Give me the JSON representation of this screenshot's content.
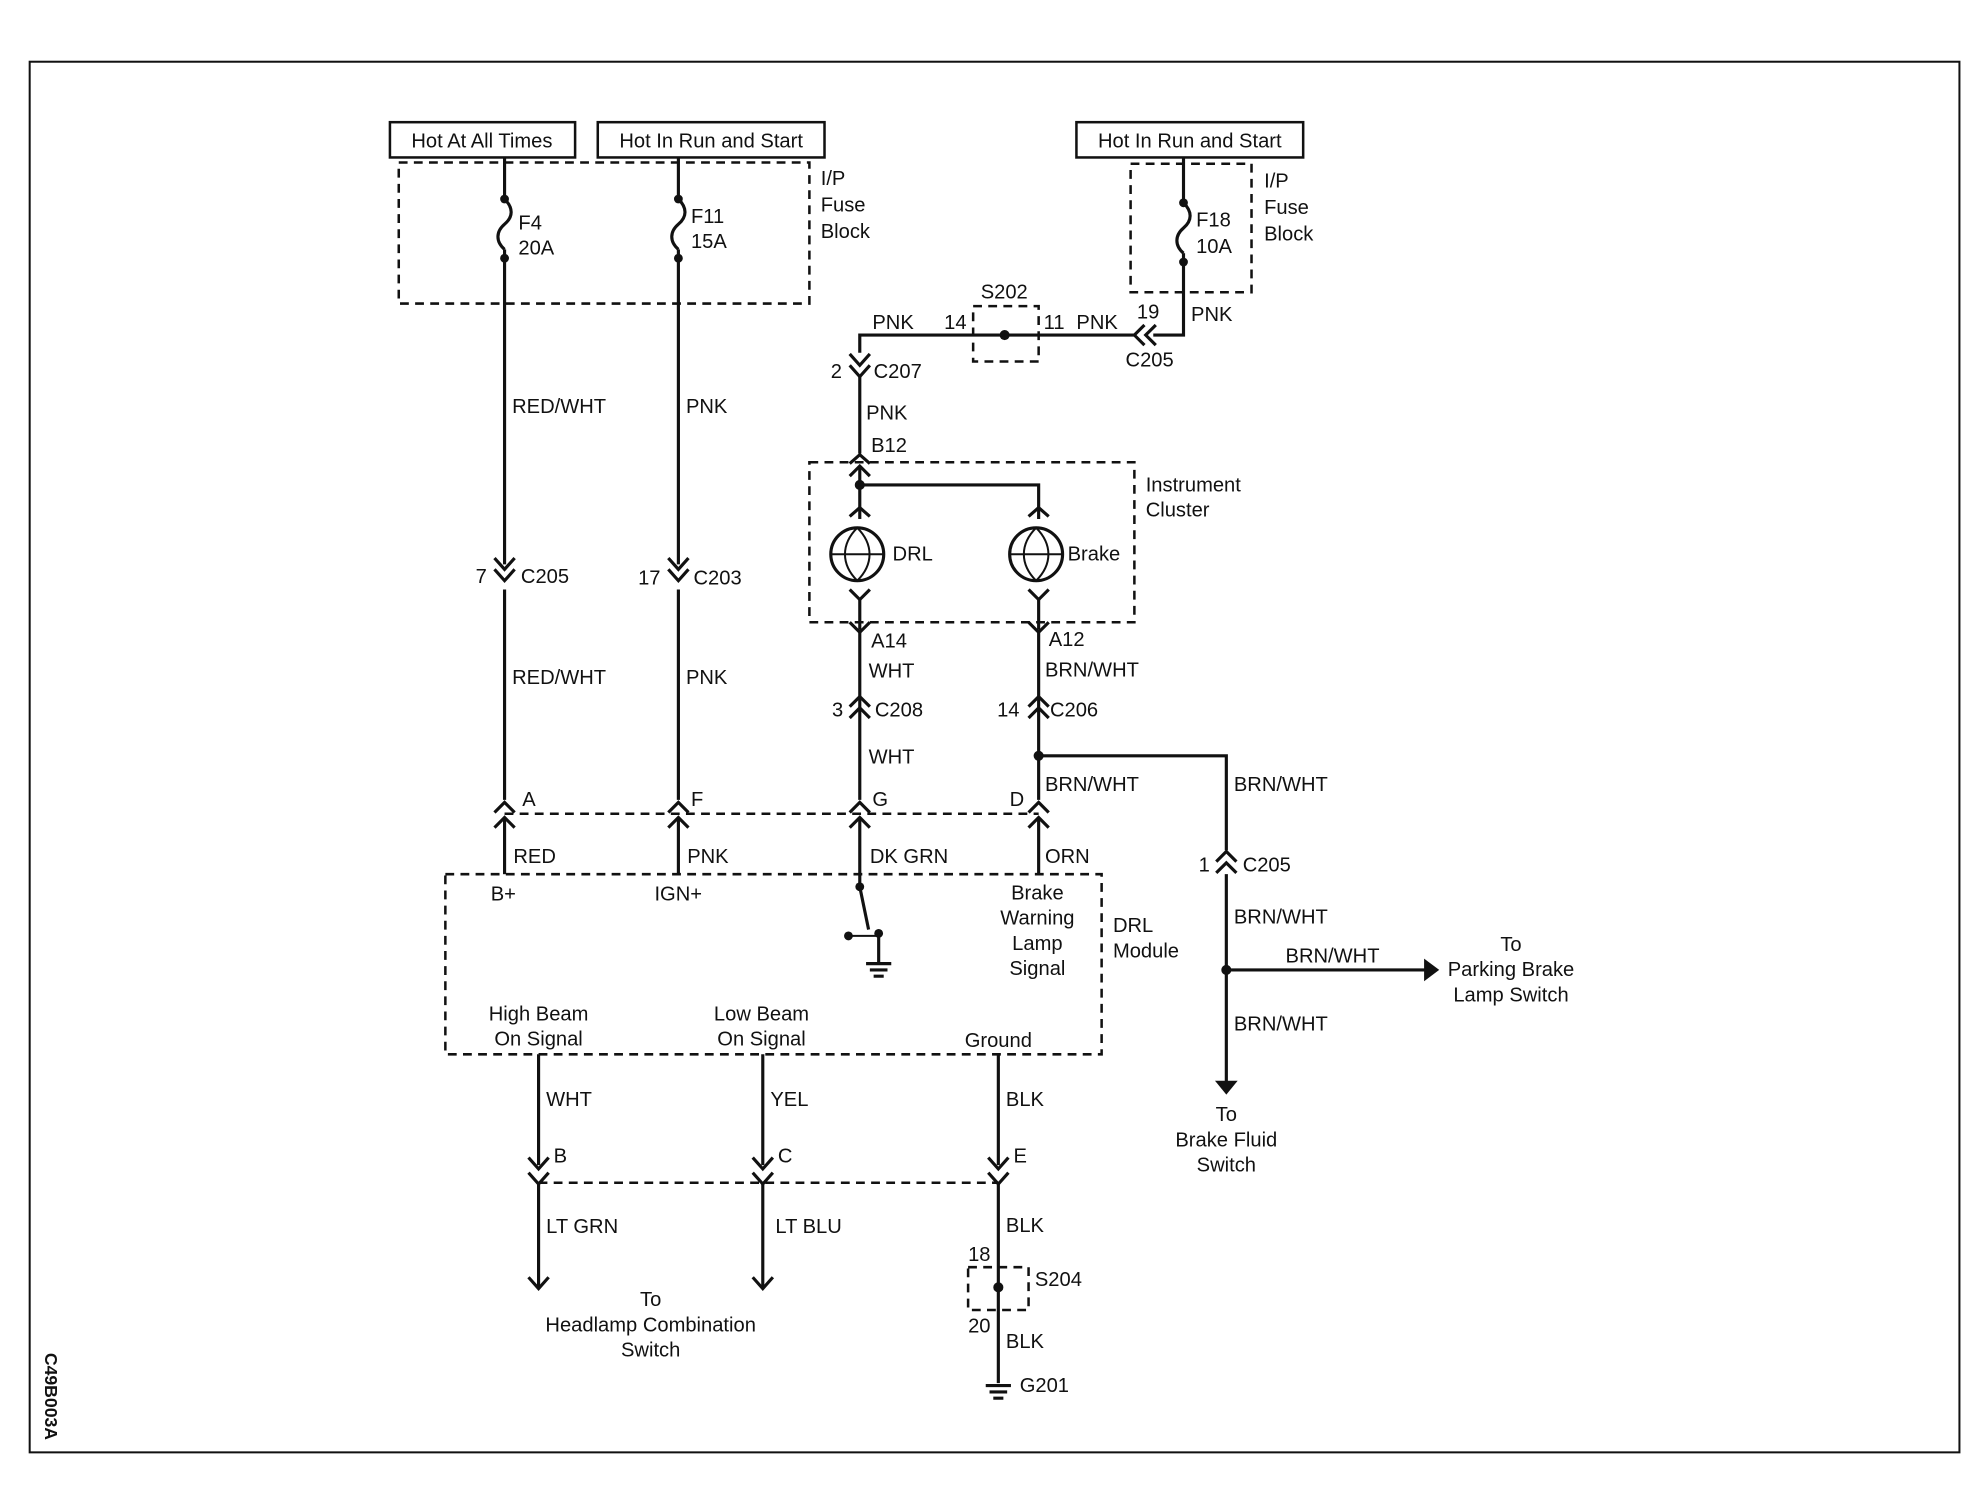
{
  "headers": {
    "hot_all_times": "Hot At All Times",
    "hot_run_start_1": "Hot In Run and Start",
    "hot_run_start_2": "Hot In Run and Start"
  },
  "fuse_block": {
    "label_line1": "I/P",
    "label_line2": "Fuse",
    "label_line3": "Block",
    "f4": "F4",
    "f4_rating": "20A",
    "f11": "F11",
    "f11_rating": "15A",
    "f18": "F18",
    "f18_rating": "10A"
  },
  "wires": {
    "red_wht": "RED/WHT",
    "pnk": "PNK",
    "wht": "WHT",
    "brn_wht": "BRN/WHT",
    "red": "RED",
    "dk_grn": "DK GRN",
    "orn": "ORN",
    "yel": "YEL",
    "blk": "BLK",
    "lt_grn": "LT GRN",
    "lt_blu": "LT BLU"
  },
  "connectors": {
    "c205": "C205",
    "c203": "C203",
    "c207": "C207",
    "c208": "C208",
    "c206": "C206",
    "s202": "S202",
    "s204": "S204",
    "g201": "G201",
    "b12": "B12",
    "a14": "A14",
    "a12": "A12"
  },
  "pins": {
    "p7": "7",
    "p17": "17",
    "p2": "2",
    "p3": "3",
    "p14": "14",
    "p14b": "14",
    "p11": "11",
    "p19": "19",
    "p1": "1",
    "p18": "18",
    "p20": "20",
    "A": "A",
    "F": "F",
    "G": "G",
    "D": "D",
    "B": "B",
    "C": "C",
    "E": "E"
  },
  "cluster": {
    "label_line1": "Instrument",
    "label_line2": "Cluster",
    "drl": "DRL",
    "brake": "Brake"
  },
  "module": {
    "label_line1": "DRL",
    "label_line2": "Module",
    "bplus": "B+",
    "ign": "IGN+",
    "brake_line1": "Brake",
    "brake_line2": "Warning",
    "brake_line3": "Lamp",
    "brake_line4": "Signal",
    "high_line1": "High Beam",
    "high_line2": "On Signal",
    "low_line1": "Low Beam",
    "low_line2": "On Signal",
    "ground": "Ground"
  },
  "destinations": {
    "headlamp_line1": "To",
    "headlamp_line2": "Headlamp Combination",
    "headlamp_line3": "Switch",
    "fluid_line1": "To",
    "fluid_line2": "Brake Fluid",
    "fluid_line3": "Switch",
    "parking_line1": "To",
    "parking_line2": "Parking Brake",
    "parking_line3": "Lamp Switch"
  },
  "figure_code": "C49B003A"
}
